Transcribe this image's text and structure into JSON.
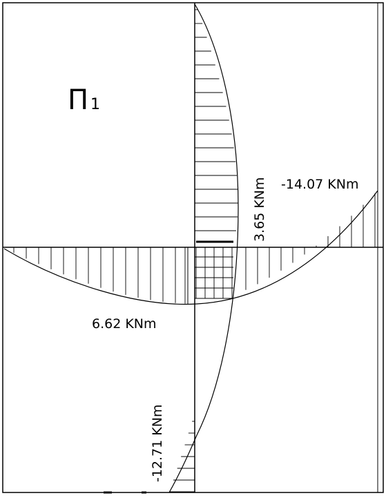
{
  "diagram": {
    "title_symbol": "Π",
    "title_subscript": "1",
    "labels": {
      "top_right_moment": "-14.07 KNm",
      "column_top_moment": "3.65 KNm",
      "beam_left_moment": "6.62 KNm",
      "column_bottom_moment": "-12.71 KNm"
    }
  }
}
